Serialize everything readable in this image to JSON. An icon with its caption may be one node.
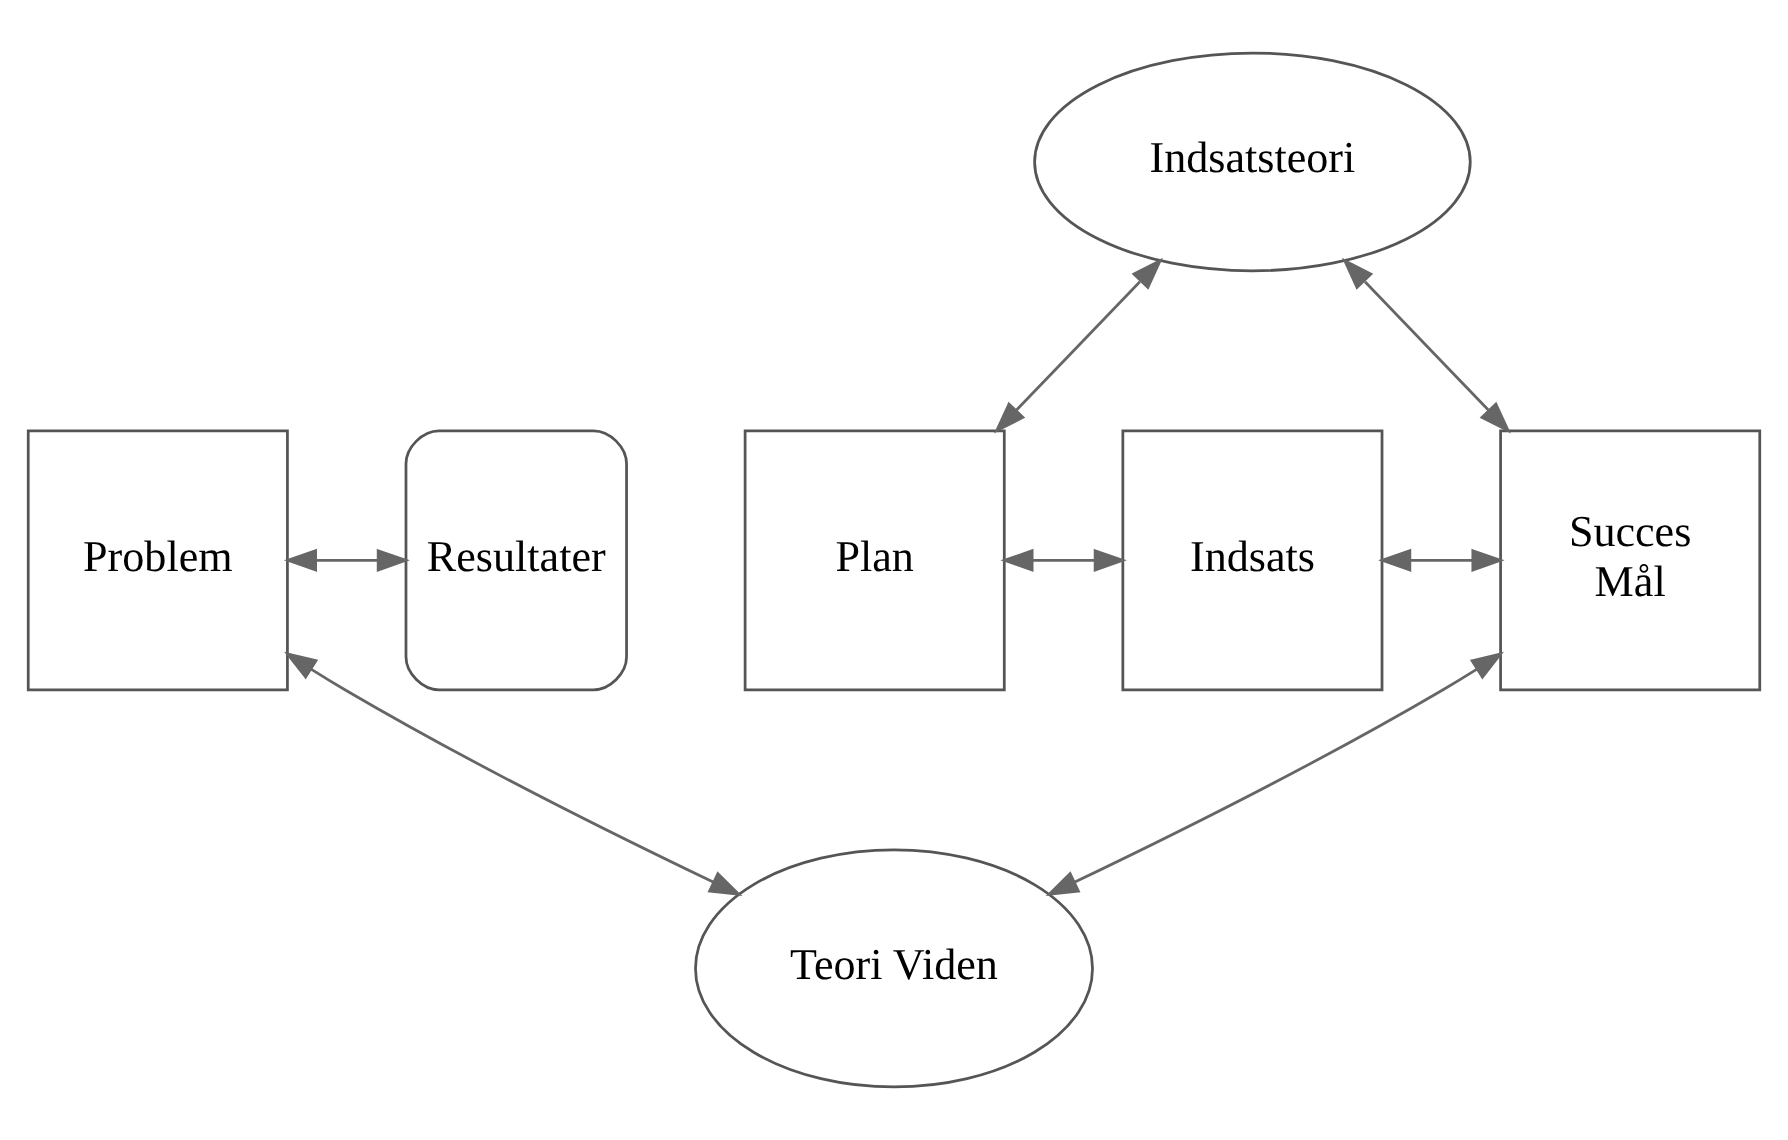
{
  "diagram": {
    "nodes": [
      {
        "text": [
          "Problem"
        ]
      },
      {
        "text": [
          "Indsatsteori"
        ]
      },
      {
        "text": [
          "Plan"
        ]
      },
      {
        "text": [
          "Indsats"
        ]
      },
      {
        "text": [
          "Succes",
          "Mål"
        ]
      },
      {
        "text": [
          "Resultater"
        ]
      },
      {
        "text": [
          "Teori Viden"
        ]
      }
    ],
    "edges": [
      {
        "from": 0,
        "to": 5,
        "arrow": "both"
      },
      {
        "from": 1,
        "to": 2,
        "arrow": "both"
      },
      {
        "from": 1,
        "to": 4,
        "arrow": "both"
      },
      {
        "from": 2,
        "to": 3,
        "arrow": "both"
      },
      {
        "from": 3,
        "to": 4,
        "arrow": "both"
      },
      {
        "from": 0,
        "to": 6,
        "arrow": "both"
      },
      {
        "from": 6,
        "to": 4,
        "arrow": "both"
      }
    ]
  }
}
